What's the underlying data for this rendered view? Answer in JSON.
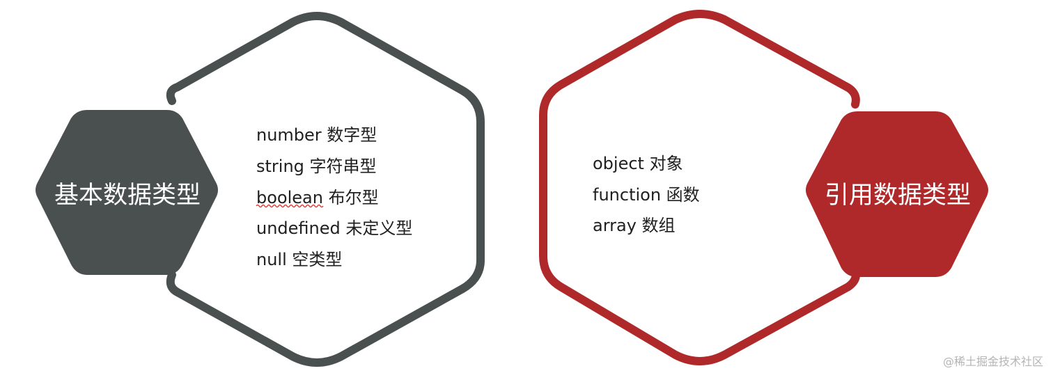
{
  "left": {
    "title": "基本数据类型",
    "color": "#4a4f4f",
    "items": [
      "number 数字型",
      "string 字符串型",
      "boolean  布尔型",
      "undefined 未定义型",
      "null  空类型"
    ],
    "spellcheck_word": "boolean"
  },
  "right": {
    "title": "引用数据类型",
    "color": "#b0292a",
    "items": [
      "object 对象",
      "function  函数",
      "array  数组"
    ]
  },
  "watermark": "@稀土掘金技术社区"
}
